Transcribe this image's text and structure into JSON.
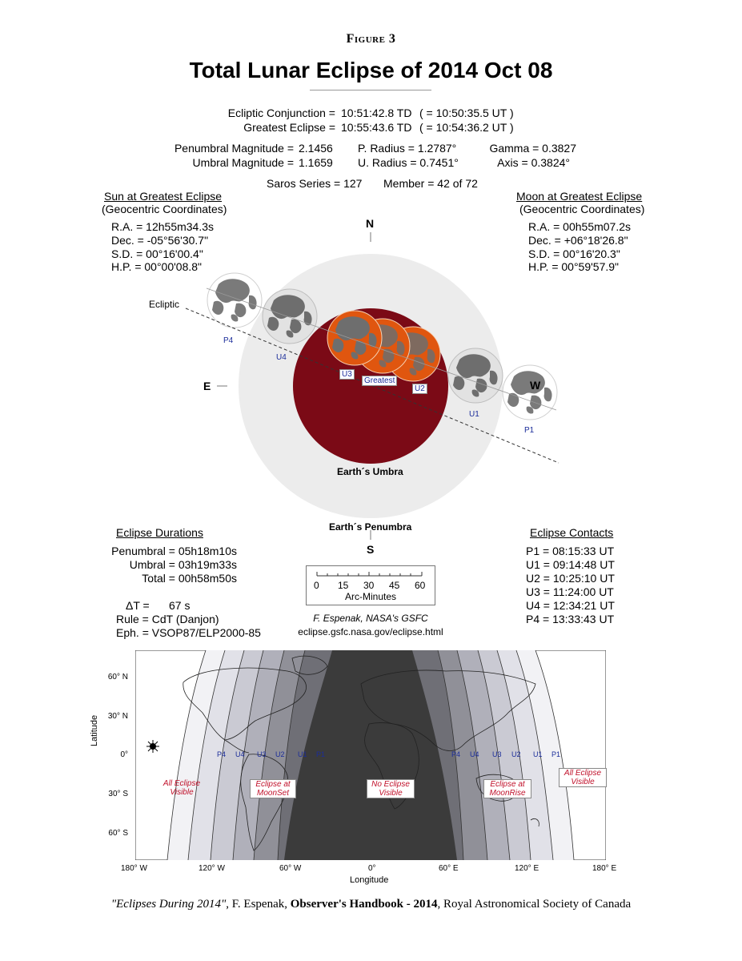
{
  "header": {
    "figure": "Figure 3",
    "title": "Total Lunar Eclipse of  2014 Oct 08"
  },
  "times": {
    "conjunction_label": "Ecliptic Conjunction =",
    "conjunction_td": "10:51:42.8 TD",
    "conjunction_ut": "( = 10:50:35.5 UT )",
    "greatest_label": "Greatest Eclipse =",
    "greatest_td": "10:55:43.6 TD",
    "greatest_ut": "( = 10:54:36.2 UT )"
  },
  "magnitudes": {
    "penumbral_label": "Penumbral Magnitude =",
    "penumbral_value": "2.1456",
    "umbral_label": "Umbral Magnitude =",
    "umbral_value": "1.1659",
    "p_radius": "P. Radius = 1.2787°",
    "u_radius": "U. Radius = 0.7451°",
    "gamma": "Gamma =  0.3827",
    "axis": "Axis =  0.3824°"
  },
  "saros": {
    "series": "Saros Series = 127",
    "member": "Member = 42 of 72"
  },
  "sun": {
    "heading": "Sun at Greatest Eclipse",
    "subheading": "(Geocentric Coordinates)",
    "lines": [
      "R.A. =  12h55m34.3s",
      "Dec. = -05°56'30.7\"",
      "S.D. =  00°16'00.4\"",
      "H.P. =  00°00'08.8\""
    ]
  },
  "moon": {
    "heading": "Moon at Greatest Eclipse",
    "subheading": "(Geocentric Coordinates)",
    "lines": [
      "R.A. =  00h55m07.2s",
      "Dec. = +06°18'26.8\"",
      "S.D. =  00°16'20.3\"",
      "H.P. =  00°59'57.9\""
    ]
  },
  "diagram": {
    "north": "N",
    "south": "S",
    "east": "E",
    "west": "W",
    "ecliptic": "Ecliptic",
    "umbra": "Earth´s Umbra",
    "penumbra": "Earth´s Penumbra",
    "contacts": {
      "p4": "P4",
      "u4": "U4",
      "u3": "U3",
      "greatest": "Greatest",
      "u2": "U2",
      "u1": "U1",
      "p1": "P1"
    }
  },
  "durations": {
    "heading": "Eclipse Durations",
    "penumbral": "Penumbral = 05h18m10s",
    "umbral": "Umbral = 03h19m33s",
    "total": "Total = 00h58m50s",
    "delta_t_label": "ΔT =",
    "delta_t_value": "67 s",
    "rule": "Rule = CdT (Danjon)",
    "eph": "Eph. = VSOP87/ELP2000-85"
  },
  "scale": {
    "ticks": [
      "0",
      "15",
      "30",
      "45",
      "60"
    ],
    "label": "Arc-Minutes"
  },
  "credit": {
    "author": "F. Espenak, NASA's GSFC",
    "url": "eclipse.gsfc.nasa.gov/eclipse.html"
  },
  "contacts": {
    "heading": "Eclipse Contacts",
    "lines": [
      "P1 = 08:15:33 UT",
      "U1 = 09:14:48 UT",
      "U2 = 10:25:10 UT",
      "U3 = 11:24:00 UT",
      "U4 = 12:34:21 UT",
      "P4 = 13:33:43 UT"
    ]
  },
  "map": {
    "ylabel": "Latitude",
    "xlabel": "Longitude",
    "lat_ticks": [
      "60° N",
      "30° N",
      "0°",
      "30° S",
      "60° S"
    ],
    "lon_ticks": [
      "180° W",
      "120° W",
      "60° W",
      "0°",
      "60° E",
      "120° E",
      "180° E"
    ],
    "west_contacts": [
      "P4",
      "U4",
      "U3",
      "U2",
      "U1",
      "P1"
    ],
    "east_contacts": [
      "P4",
      "U4",
      "U3",
      "U2",
      "U1",
      "P1"
    ],
    "regions": {
      "all_west": [
        "All Eclipse",
        "Visible"
      ],
      "moonset": [
        "Eclipse at",
        "MoonSet"
      ],
      "none": [
        "No Eclipse",
        "Visible"
      ],
      "moonrise": [
        "Eclipse at",
        "MoonRise"
      ],
      "all_east": [
        "All Eclipse",
        "Visible"
      ]
    },
    "colors": {
      "no_eclipse": "#3b3b3b",
      "umbra_disk": "#7b0a16",
      "moon_eclipsed": "#e0560f",
      "penumbra_disk": "#ececec"
    }
  },
  "footer": {
    "book": "\"Eclipses During 2014\"",
    "author": ",  F. Espenak, ",
    "handbook": "Observer's Handbook - 2014",
    "society": ", Royal Astronomical Society of Canada"
  }
}
